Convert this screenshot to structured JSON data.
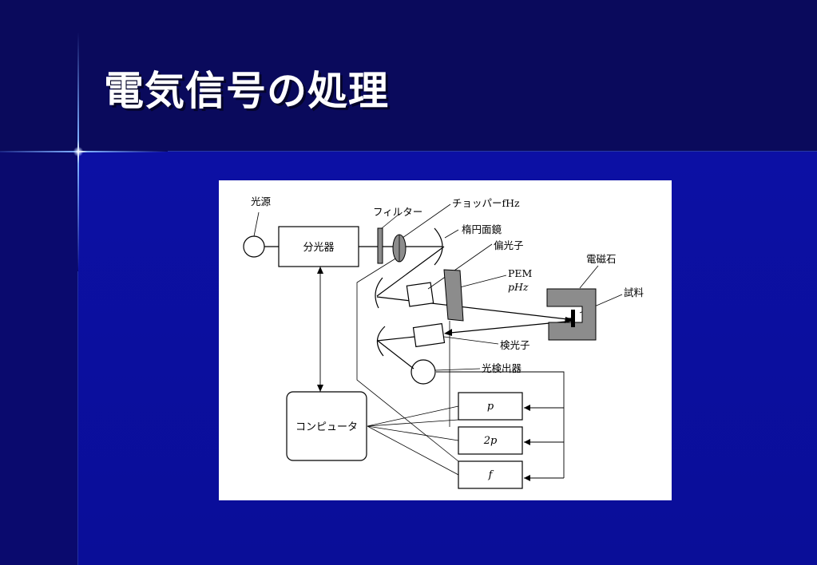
{
  "slide": {
    "title": "電気信号の処理"
  },
  "diagram": {
    "labels": {
      "light_source": "光源",
      "filter": "フィルター",
      "chopper": "チョッパーfHz",
      "ellipsoidal_mirror": "楕円面鏡",
      "polarizer": "偏光子",
      "pem": "PEM",
      "pem_freq": "pHz",
      "electromagnet": "電磁石",
      "sample": "試料",
      "analyzer": "検光子",
      "photodetector": "光検出器"
    },
    "boxes": {
      "spectrometer": "分光器",
      "computer": "コンピュータ",
      "lockin_p": "p",
      "lockin_2p": "2p",
      "lockin_f": "f"
    }
  },
  "colors": {
    "background": "#0b0d8e",
    "header": "#0a0a5c",
    "title": "#ffffff",
    "component_gray": "#8c8c8c"
  }
}
